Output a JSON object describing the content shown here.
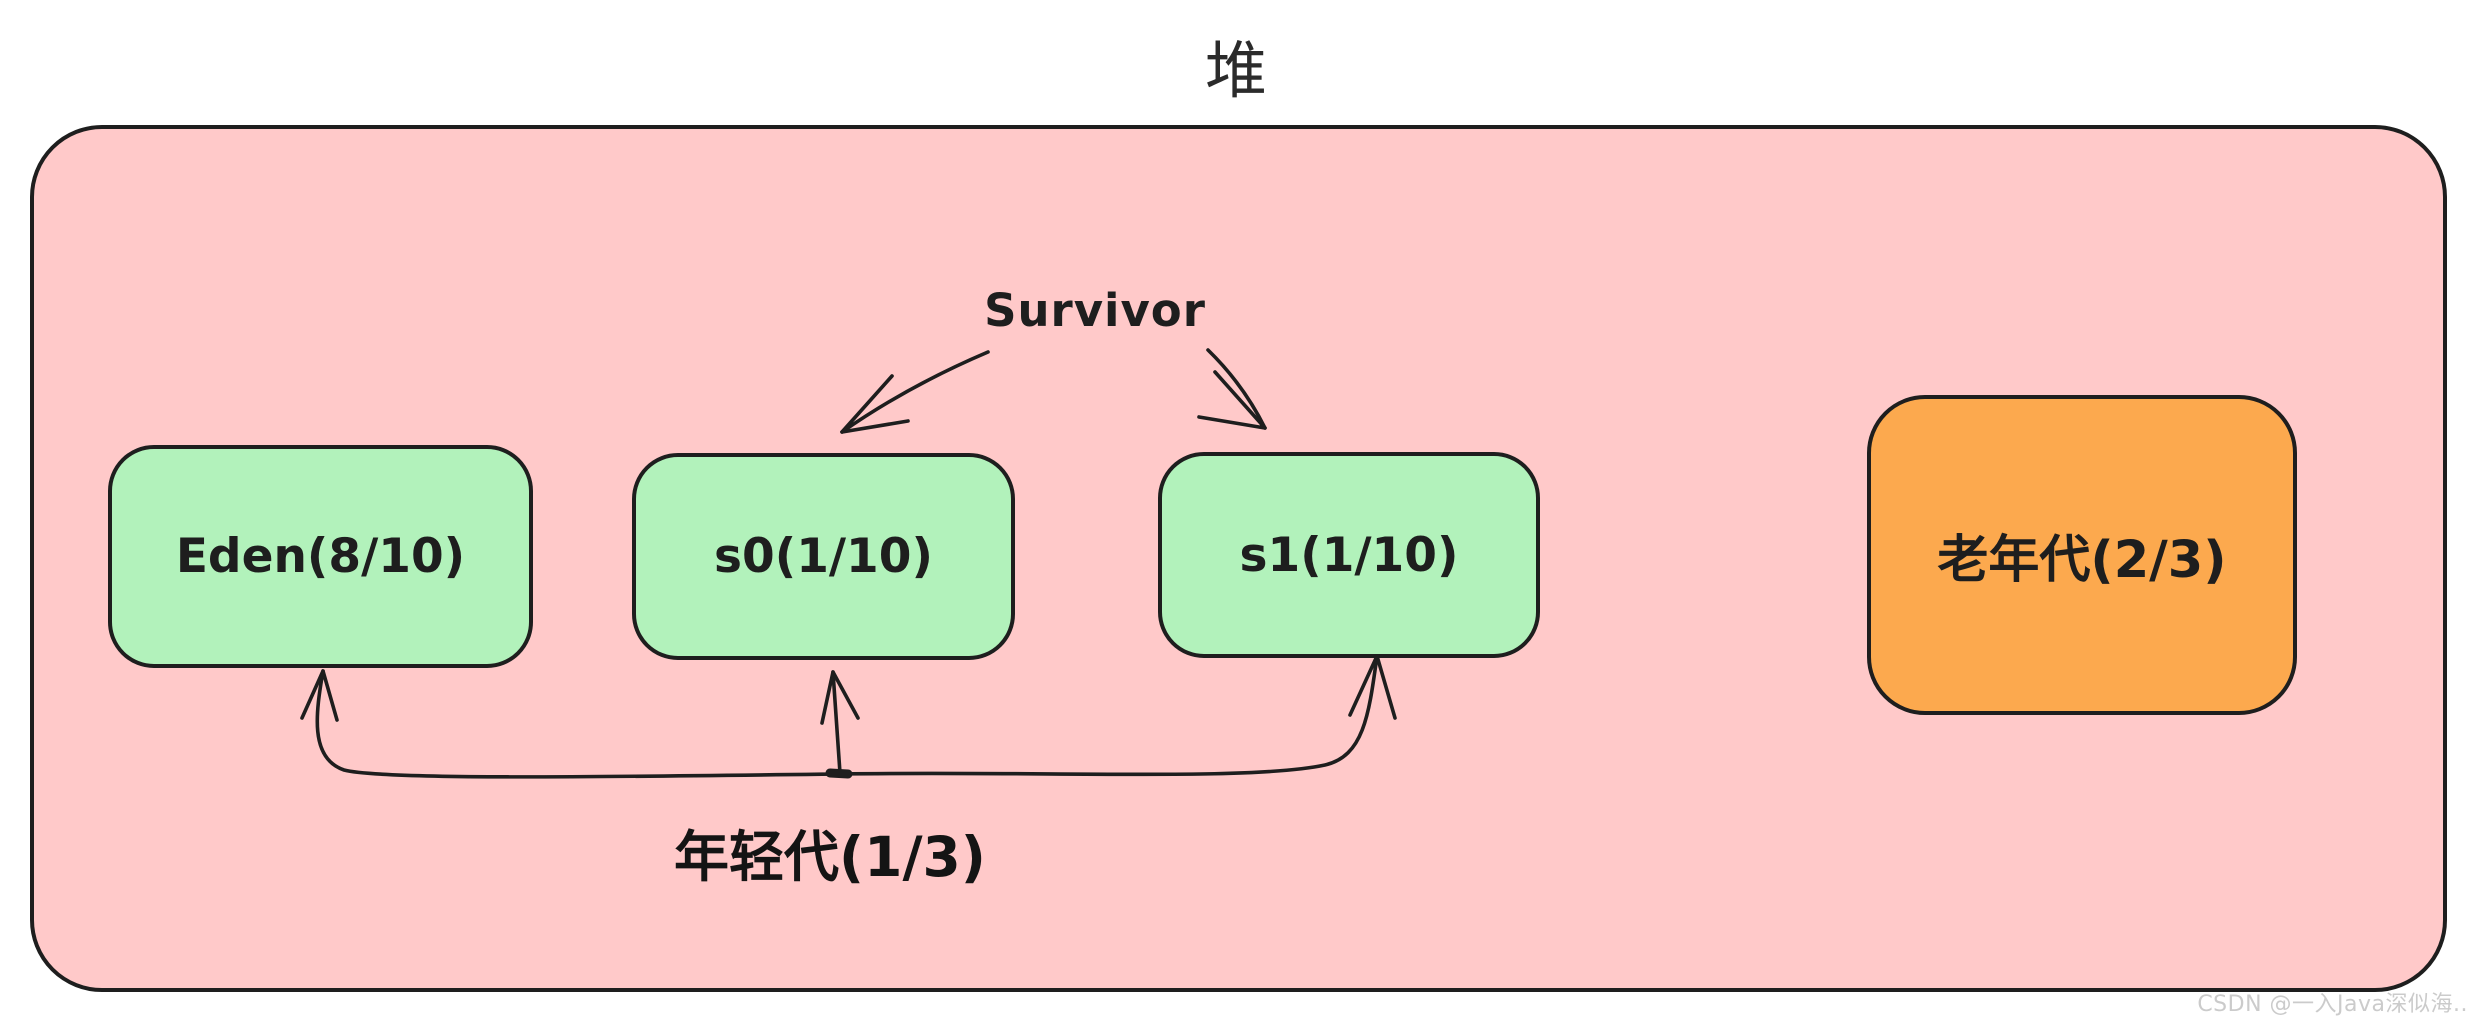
{
  "diagram": {
    "title": "堆",
    "heap": {
      "eden": {
        "label": "Eden(8/10)"
      },
      "s0": {
        "label": "s0(1/10)"
      },
      "s1": {
        "label": "s1(1/10)"
      },
      "old_gen": {
        "label": "老年代(2/3)"
      },
      "survivor_label": "Survivor",
      "young_gen_label": "年轻代(1/3)"
    },
    "colors": {
      "heap_fill": "#ffc9c9",
      "young_gen_fill": "#b2f2bb",
      "old_gen_fill": "#fca94e",
      "stroke": "#1e1e1e",
      "watermark_text": "#cbcbcb"
    },
    "watermark": "CSDN @一入Java深似海.."
  }
}
